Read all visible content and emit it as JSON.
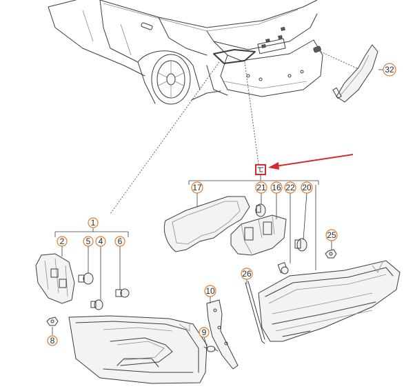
{
  "callouts": [
    {
      "id": "p1",
      "label": "1"
    },
    {
      "id": "p2",
      "label": "2"
    },
    {
      "id": "p4",
      "label": "4"
    },
    {
      "id": "p5",
      "label": "5"
    },
    {
      "id": "p6",
      "label": "6"
    },
    {
      "id": "p8",
      "label": "8"
    },
    {
      "id": "p9",
      "label": "9"
    },
    {
      "id": "p10",
      "label": "10"
    },
    {
      "id": "p16",
      "label": "16"
    },
    {
      "id": "p17",
      "label": "17"
    },
    {
      "id": "p20",
      "label": "20"
    },
    {
      "id": "p21",
      "label": "21"
    },
    {
      "id": "p22",
      "label": "22"
    },
    {
      "id": "p25",
      "label": "25"
    },
    {
      "id": "p26",
      "label": "26"
    },
    {
      "id": "p32",
      "label": "32"
    }
  ],
  "colors": {
    "callout_border": "#e07a2e",
    "highlight": "#d42a2a",
    "line_art": "#3a3a3a"
  }
}
